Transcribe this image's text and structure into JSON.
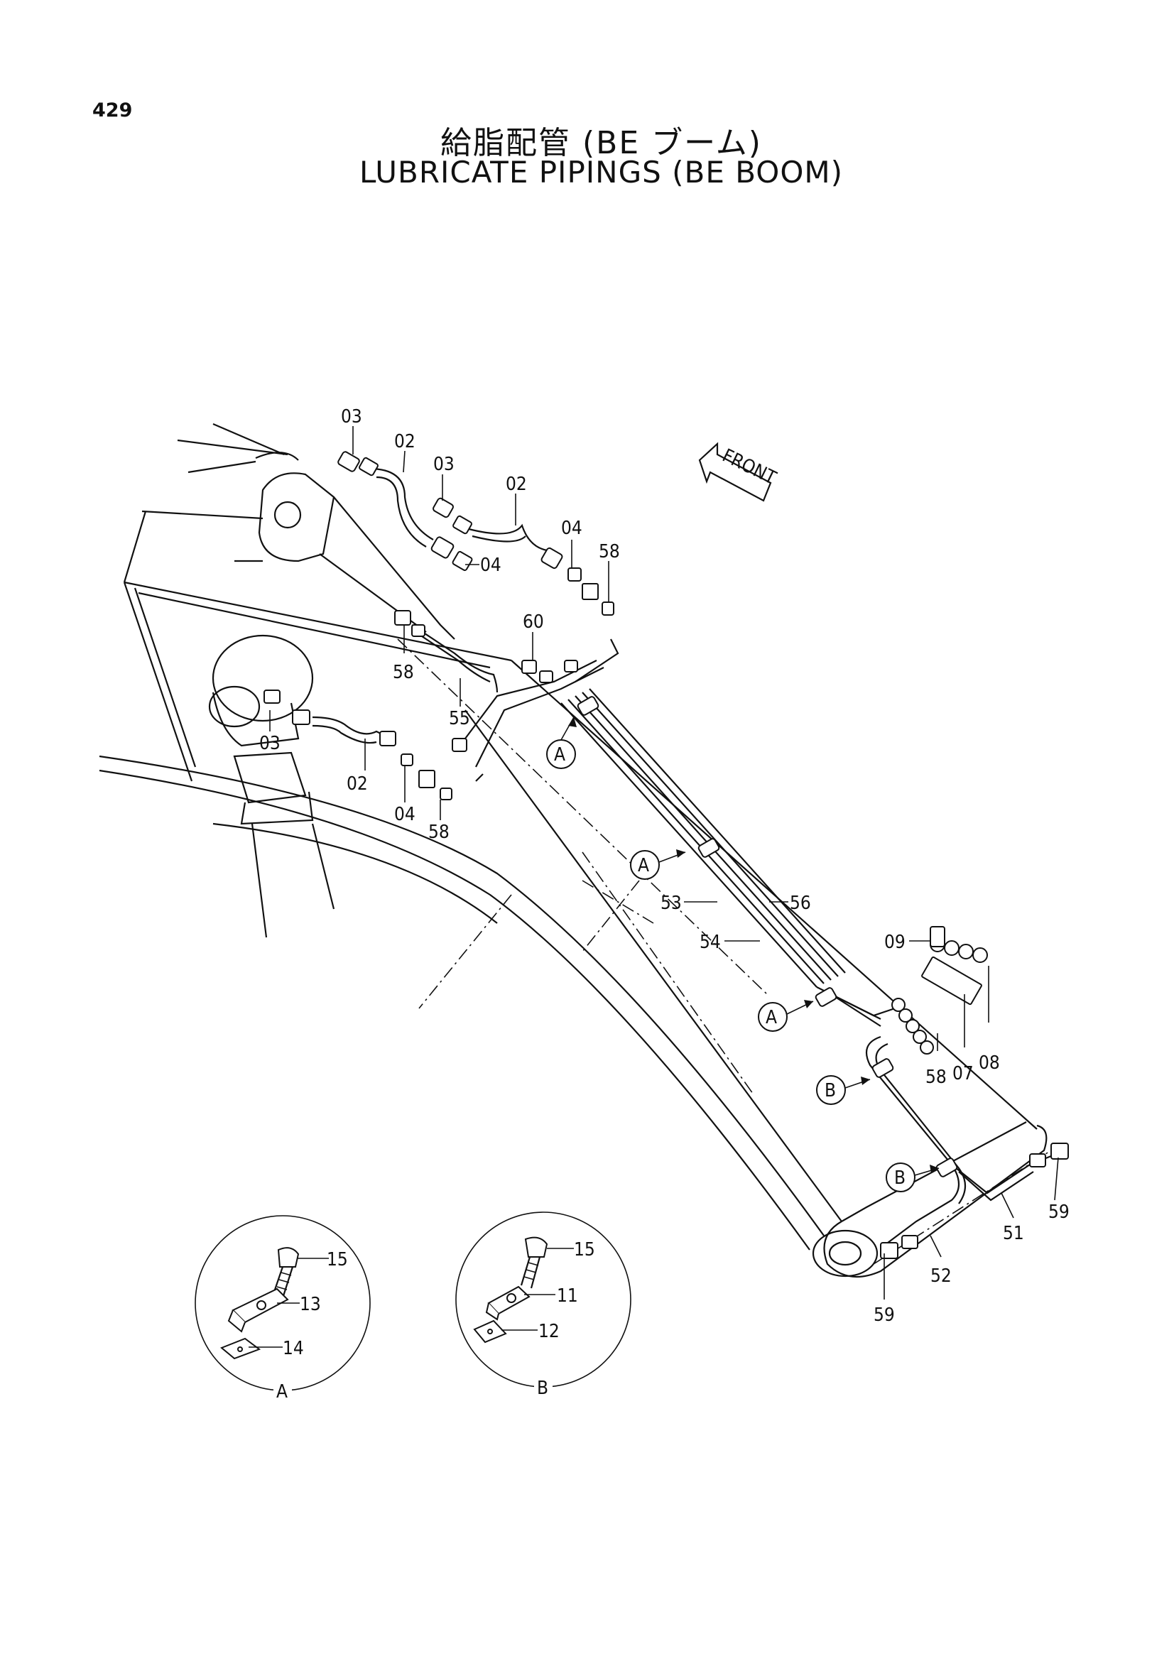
{
  "page_number": "429",
  "title_jp": "給脂配管 (BE ブーム)",
  "title_en": "LUBRICATE PIPINGS (BE BOOM)",
  "front_label": "FRONT",
  "part_labels": {
    "p03a": "03",
    "p02a": "02",
    "p03b": "03",
    "p02b": "02",
    "p04a": "04",
    "p04b": "04",
    "p58a": "58",
    "p58b": "58",
    "p60": "60",
    "p55": "55",
    "p03c": "03",
    "p02c": "02",
    "p04c": "04",
    "p58c": "58",
    "p53": "53",
    "p56": "56",
    "p54": "54",
    "p09": "09",
    "p58d": "58",
    "p07": "07",
    "p08": "08",
    "p59a": "59",
    "p51": "51",
    "p52": "52",
    "p59b": "59"
  },
  "callouts": {
    "a1": "A",
    "a2": "A",
    "a3": "A",
    "b1": "B",
    "b2": "B"
  },
  "detail_a": {
    "name": "A",
    "labels": {
      "l15": "15",
      "l13": "13",
      "l14": "14"
    }
  },
  "detail_b": {
    "name": "B",
    "labels": {
      "l15": "15",
      "l11": "11",
      "l12": "12"
    }
  }
}
